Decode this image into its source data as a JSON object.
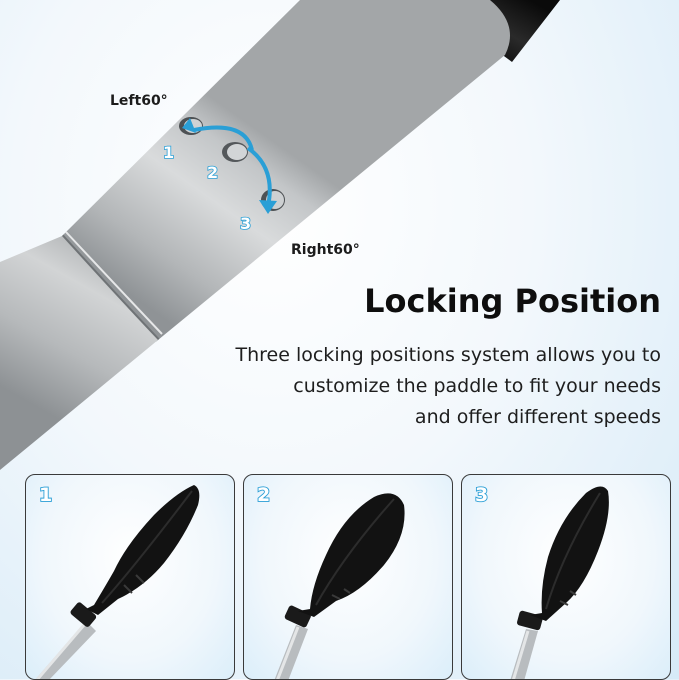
{
  "diagram": {
    "left_label": "Left60°",
    "right_label": "Right60°",
    "positions": [
      "1",
      "2",
      "3"
    ]
  },
  "headline": "Locking Position",
  "description_lines": [
    "Three locking positions system allows you to",
    "customize the paddle to fit your needs",
    "and offer different speeds"
  ],
  "panels": [
    {
      "number": "1"
    },
    {
      "number": "2"
    },
    {
      "number": "3"
    }
  ],
  "colors": {
    "accent": "#2a9fd6",
    "shaft": "#b9bcbe",
    "blade": "#121212"
  }
}
